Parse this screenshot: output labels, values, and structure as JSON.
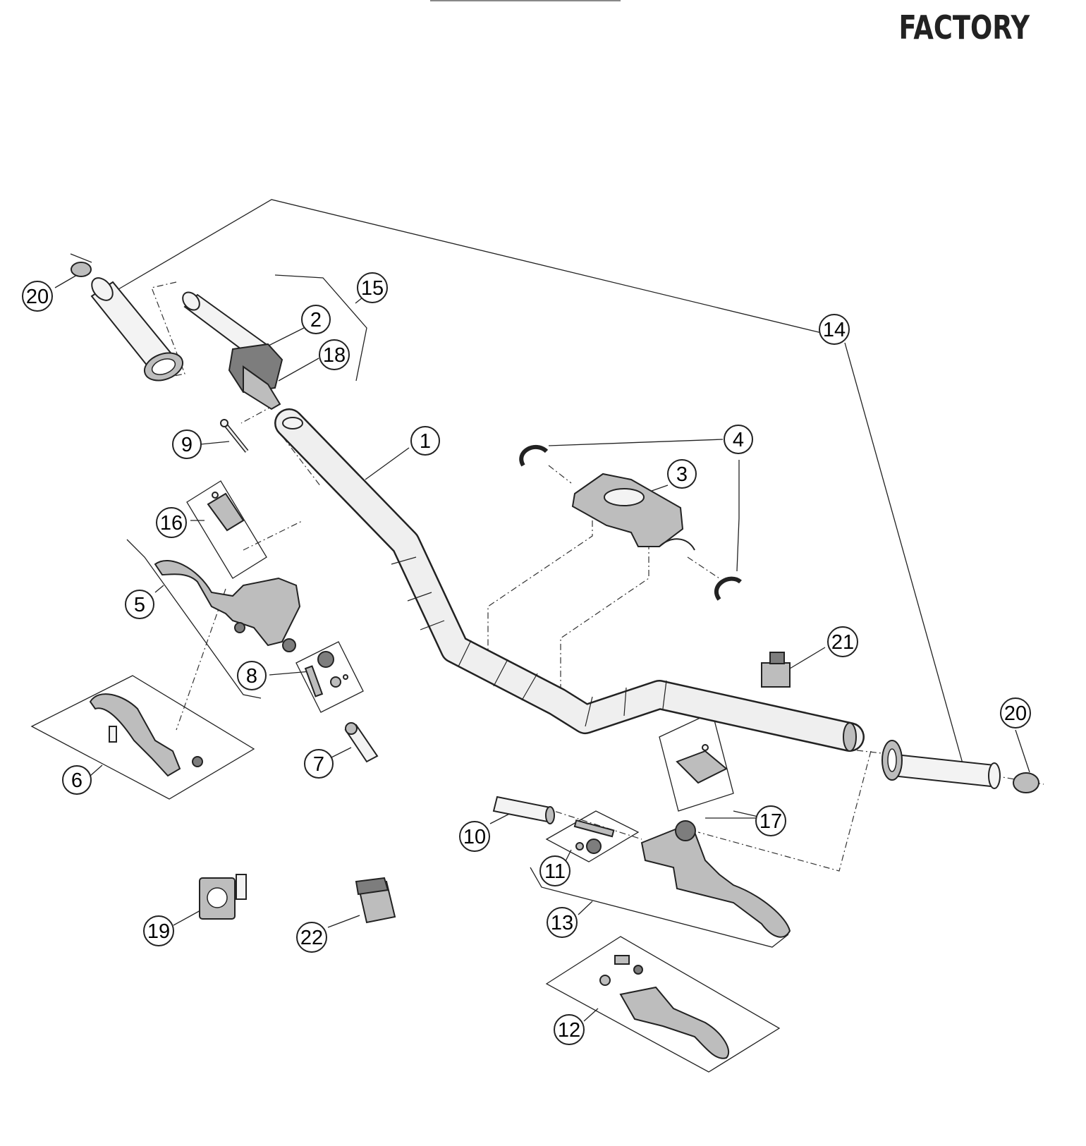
{
  "brand": "FACTORY",
  "callouts": [
    {
      "id": "c1",
      "label": "1"
    },
    {
      "id": "c2",
      "label": "2"
    },
    {
      "id": "c3",
      "label": "3"
    },
    {
      "id": "c4",
      "label": "4"
    },
    {
      "id": "c5",
      "label": "5"
    },
    {
      "id": "c6",
      "label": "6"
    },
    {
      "id": "c7",
      "label": "7"
    },
    {
      "id": "c8",
      "label": "8"
    },
    {
      "id": "c9",
      "label": "9"
    },
    {
      "id": "c10",
      "label": "10"
    },
    {
      "id": "c11",
      "label": "11"
    },
    {
      "id": "c12",
      "label": "12"
    },
    {
      "id": "c13",
      "label": "13"
    },
    {
      "id": "c14",
      "label": "14"
    },
    {
      "id": "c15",
      "label": "15"
    },
    {
      "id": "c16",
      "label": "16"
    },
    {
      "id": "c17",
      "label": "17"
    },
    {
      "id": "c18",
      "label": "18"
    },
    {
      "id": "c19",
      "label": "19"
    },
    {
      "id": "c20a",
      "label": "20"
    },
    {
      "id": "c20b",
      "label": "20"
    },
    {
      "id": "c21",
      "label": "21"
    },
    {
      "id": "c22",
      "label": "22"
    }
  ]
}
